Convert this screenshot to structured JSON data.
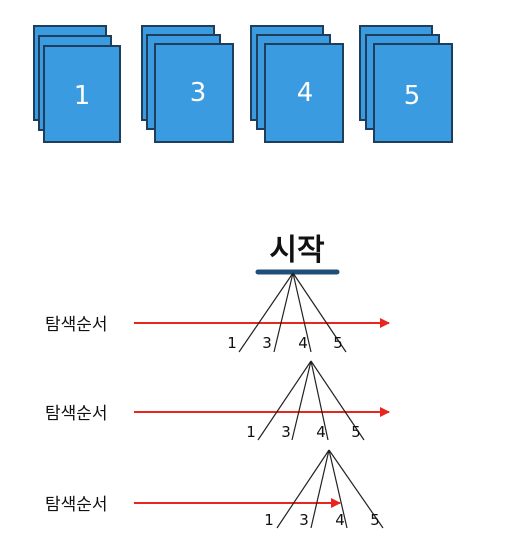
{
  "stacks": [
    {
      "label": "1"
    },
    {
      "label": "3"
    },
    {
      "label": "4"
    },
    {
      "label": "5"
    }
  ],
  "tree": {
    "root_label": "시작",
    "rows": [
      {
        "order_label": "탐색순서",
        "nodes": [
          "1",
          "3",
          "4",
          "5"
        ]
      },
      {
        "order_label": "탐색순서",
        "nodes": [
          "1",
          "3",
          "4",
          "5"
        ]
      },
      {
        "order_label": "탐색순서",
        "nodes": [
          "1",
          "3",
          "4",
          "5"
        ]
      }
    ]
  },
  "colors": {
    "card_fill": "#3a9be0",
    "card_stroke": "#1f3e5c",
    "root_bar": "#1f4e79",
    "arrow": "#e8251f",
    "line": "#222222"
  }
}
